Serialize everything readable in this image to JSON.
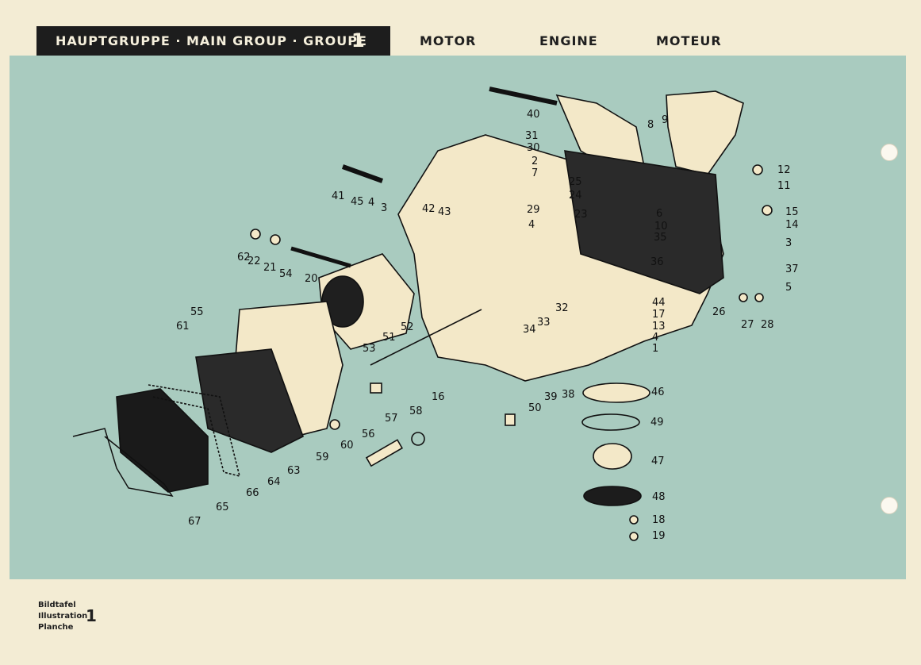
{
  "header": {
    "group_title": "HAUPTGRUPPE · MAIN GROUP · GROUPE",
    "group_number": "1",
    "sections": [
      "MOTOR",
      "ENGINE",
      "MOTEUR"
    ]
  },
  "footer": {
    "labels": [
      "Bildtafel",
      "Illustration",
      "Planche"
    ],
    "plate_number": "1"
  },
  "colors": {
    "plate": "#a9cbbf",
    "paper": "#f3ecd4",
    "header_bar": "#1d1d1d",
    "part_fill": "#f3e8c8"
  },
  "callouts": [
    "40",
    "8",
    "9",
    "31",
    "30",
    "2",
    "7",
    "25",
    "24",
    "12",
    "11",
    "41",
    "45",
    "4",
    "3",
    "42",
    "43",
    "29",
    "4",
    "23",
    "15",
    "14",
    "6",
    "10",
    "35",
    "3",
    "62",
    "22",
    "21",
    "54",
    "20",
    "36",
    "37",
    "55",
    "61",
    "32",
    "5",
    "52",
    "44",
    "26",
    "27",
    "28",
    "17",
    "13",
    "51",
    "33",
    "34",
    "4",
    "1",
    "53",
    "16",
    "46",
    "39",
    "38",
    "50",
    "49",
    "57",
    "58",
    "56",
    "47",
    "59",
    "60",
    "63",
    "64",
    "48",
    "66",
    "65",
    "18",
    "67",
    "19"
  ]
}
